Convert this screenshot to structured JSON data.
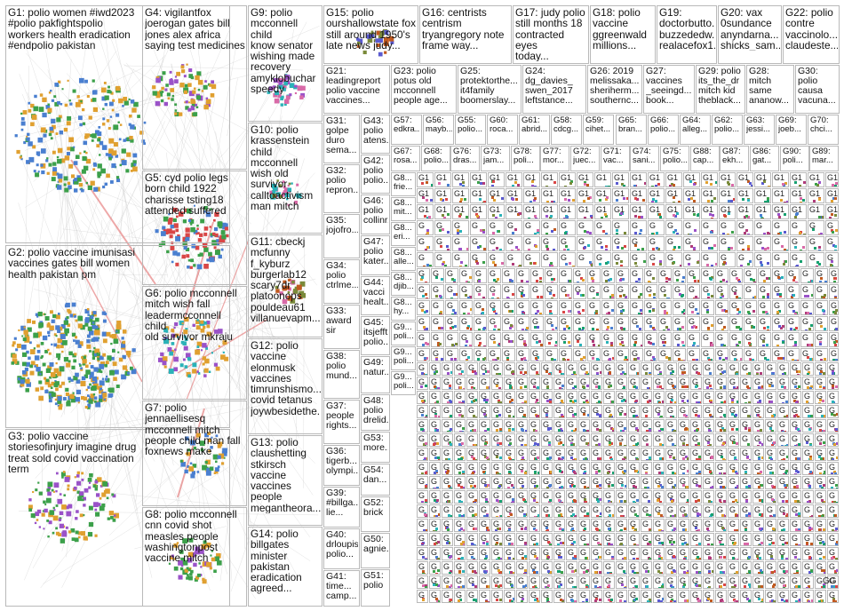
{
  "title": "",
  "colors": {
    "border": "#b9b9b9",
    "edge": "#e06060",
    "grey_edge": "#c8c8c8"
  },
  "groups": [
    {
      "id": "G1",
      "label": "G1: polio women #iwd2023\n#polio pakfightspolio\nworkers health eradication\n#endpolio pakistan"
    },
    {
      "id": "G2",
      "label": "G2: polio vaccine imunisasi\nvaccines gates bill women\nhealth pakistan pm"
    },
    {
      "id": "G3",
      "label": "G3: polio vaccine\nstoriesofinjury imagine drug\ntreat sold covid vaccination\nterm"
    },
    {
      "id": "G4",
      "label": "G4: vigilantfox\njoerogan gates bill\njones alex africa\nsaying test medicines"
    },
    {
      "id": "G5",
      "label": "G5: cyd polio legs\nborn child 1922\ncharisse tsting18\nattended suffered"
    },
    {
      "id": "G6",
      "label": "G6: polio mcconnell\nmitch wish fall\nleadermcconnell child\nold survivor mkraju"
    },
    {
      "id": "G7",
      "label": "G7: polio\njennaellisesq\nmcconnell mitch\npeople child man fall\nfoxnews make"
    },
    {
      "id": "G8",
      "label": "G8: polio mcconnell\ncnn covid shot\nmeasles people\nwashingtonpost\nvaccine mitch"
    },
    {
      "id": "G9",
      "label": "G9: polio\nmcconnell child\nknow senator\nwishing made\nrecovery\namyklobuchar\nspeedy"
    },
    {
      "id": "G10",
      "label": "G10: polio\nkrassenstein\nchild mcconnell\nwish old\nsurvivor\ncalltoactivism\nman mitch"
    },
    {
      "id": "G11",
      "label": "G11: cbeckj\nmcfunny\nf_kyburz\nburgerlab12\nscary7dr\nplatoonops\npouldeau61\nvillanuevapm..."
    },
    {
      "id": "G12",
      "label": "G12: polio\nvaccine\nelonmusk\nvaccines\ntimrunshismo...\ncovid tetanus\njoywbesidethe..."
    },
    {
      "id": "G13",
      "label": "G13: polio\nclaushetting\nstkirsch\nvaccine\nvaccines\npeople\nmegantheora..."
    },
    {
      "id": "G14",
      "label": "G14: polio\nbillgates\nminister\npakistan\neradication\nagreed..."
    },
    {
      "id": "G15",
      "label": "G15: polio\nourshallowstate fox\nstill around 1950's\nlate news judy..."
    },
    {
      "id": "G16",
      "label": "G16: centrists\ncentrism\ntryangregory note\nframe way..."
    },
    {
      "id": "G17",
      "label": "G17: judy polio\nstill months 18\ncontracted eyes\ntoday..."
    },
    {
      "id": "G18",
      "label": "G18: polio\nvaccine\nggreenwald\nmillions..."
    },
    {
      "id": "G19",
      "label": "G19:\ndoctorbutto...\nbuzzededw...\nrealacefox1..."
    },
    {
      "id": "G20",
      "label": "G20: vax\n0sundance\nanyndarna...\nshicks_sam..."
    },
    {
      "id": "G22",
      "label": "G22: polio\ncontre\nvaccinolo...\nclaudeste..."
    },
    {
      "id": "G21",
      "label": "G21:\nleadingreport\npolio vaccine\nvaccines..."
    },
    {
      "id": "G23",
      "label": "G23: polio\npotus old\nmcconnell\npeople age..."
    },
    {
      "id": "G25",
      "label": "G25:\nprotektorthe...\nit4family\nboomerslay..."
    },
    {
      "id": "G24",
      "label": "G24:\ndg_davies_\nswen_2017\nleftstance..."
    },
    {
      "id": "G26",
      "label": "G26: 2019\nmelissaka...\nsheriherm...\nsouthernc..."
    },
    {
      "id": "G27",
      "label": "G27:\nvaccines\n_seeingd...\nbook..."
    },
    {
      "id": "G29",
      "label": "G29: polio\nits_the_dr\nmitch kid\ntheblack..."
    },
    {
      "id": "G28",
      "label": "G28:\nmitch\nsame\nananow..."
    },
    {
      "id": "G30",
      "label": "G30:\npolio\ncausa\nvacuna..."
    }
  ],
  "small_groups": [
    {
      "id": "G31",
      "label": "G31:\ngolpe\nduro\nsema..."
    },
    {
      "id": "G32",
      "label": "G32:\npolio\nrepron..."
    },
    {
      "id": "G35",
      "label": "G35:\njojofro..."
    },
    {
      "id": "G34",
      "label": "G34:\npolio\nctrlme..."
    },
    {
      "id": "G33",
      "label": "G33:\naward\nsir"
    },
    {
      "id": "G38",
      "label": "G38:\npolio\nmund..."
    },
    {
      "id": "G37",
      "label": "G37:\npeople\nrights..."
    },
    {
      "id": "G36",
      "label": "G36:\ntigerb...\nolympi..."
    },
    {
      "id": "G39",
      "label": "G39:\n#billga...\nlie..."
    },
    {
      "id": "G40",
      "label": "G40:\ndrloupis\npolio..."
    },
    {
      "id": "G41",
      "label": "G41:\ntime...\ncamp..."
    },
    {
      "id": "G43",
      "label": "G43:\npolio\natens..."
    },
    {
      "id": "G42",
      "label": "G42:\npolio\npolio..."
    },
    {
      "id": "G46",
      "label": "G46:\npolio\ncollinr..."
    },
    {
      "id": "G47",
      "label": "G47:\npolio\nkater..."
    },
    {
      "id": "G44",
      "label": "G44:\nvacci\nhealt..."
    },
    {
      "id": "G45",
      "label": "G45:\nitsjefft...\npolio..."
    },
    {
      "id": "G49",
      "label": "G49:\nnatur..."
    },
    {
      "id": "G48",
      "label": "G48:\npolio\ndrelid..."
    },
    {
      "id": "G53",
      "label": "G53:\nmore..."
    },
    {
      "id": "G54",
      "label": "G54:\ndan..."
    },
    {
      "id": "G52",
      "label": "G52:\nbrick"
    },
    {
      "id": "G50",
      "label": "G50:\nagnie..."
    },
    {
      "id": "G51",
      "label": "G51:\npolio"
    }
  ],
  "row_labels": {
    "row1": [
      {
        "id": "G57",
        "label": "G57:\nedkra..."
      },
      {
        "id": "G56",
        "label": "G56:\nmayb..."
      },
      {
        "id": "G55",
        "label": "G55:\npolio..."
      },
      {
        "id": "G60",
        "label": "G60:\nroca..."
      },
      {
        "id": "G61",
        "label": "G61:\nabrid..."
      },
      {
        "id": "G58",
        "label": "G58:\ncdcg..."
      },
      {
        "id": "G59",
        "label": "G59:\ncihet..."
      },
      {
        "id": "G65",
        "label": "G65:\nbran..."
      },
      {
        "id": "G66",
        "label": "G66:\npolio..."
      },
      {
        "id": "G64",
        "label": "G64:\nalleg..."
      },
      {
        "id": "G62",
        "label": "G62:\npolio..."
      },
      {
        "id": "G63",
        "label": "G63:\njessi..."
      },
      {
        "id": "G69",
        "label": "G69:\njoeb..."
      },
      {
        "id": "G70",
        "label": "G70:\nchci..."
      }
    ],
    "row2": [
      {
        "id": "G67",
        "label": "G67:\nrosa..."
      },
      {
        "id": "G68",
        "label": "G68:\npolio..."
      },
      {
        "id": "G76",
        "label": "G76:\ndras..."
      },
      {
        "id": "G73",
        "label": "G73:\njam..."
      },
      {
        "id": "G78",
        "label": "G78:\npoli..."
      },
      {
        "id": "G77",
        "label": "G77:\nmor..."
      },
      {
        "id": "G72",
        "label": "G72:\njuec..."
      },
      {
        "id": "G71",
        "label": "G71:\nvac..."
      },
      {
        "id": "G74",
        "label": "G74:\nsani..."
      },
      {
        "id": "G75",
        "label": "G75:\npolio..."
      },
      {
        "id": "G88",
        "label": "G88:\ncap..."
      },
      {
        "id": "G87",
        "label": "G87:\nekh..."
      },
      {
        "id": "G86",
        "label": "G86:\ngat..."
      },
      {
        "id": "G90",
        "label": "G90:\npoli..."
      },
      {
        "id": "G89",
        "label": "G89:\nmar..."
      }
    ],
    "left_col": [
      {
        "id": "G84",
        "label": "G8...\nfrie..."
      },
      {
        "id": "G83",
        "label": "G8...\nmit..."
      },
      {
        "id": "G82",
        "label": "G8...\neri..."
      },
      {
        "id": "G81",
        "label": "G8...\nalle..."
      },
      {
        "id": "G80",
        "label": "G8...\ndjib..."
      },
      {
        "id": "G85",
        "label": "G8...\nhy..."
      },
      {
        "id": "G91",
        "label": "G9...\npoli..."
      },
      {
        "id": "G92",
        "label": "G9...\npoli..."
      },
      {
        "id": "G93",
        "label": "G9...\npoli..."
      }
    ]
  },
  "tile_text": "G",
  "tile_text_long": "G1",
  "bottom_right": "GG"
}
